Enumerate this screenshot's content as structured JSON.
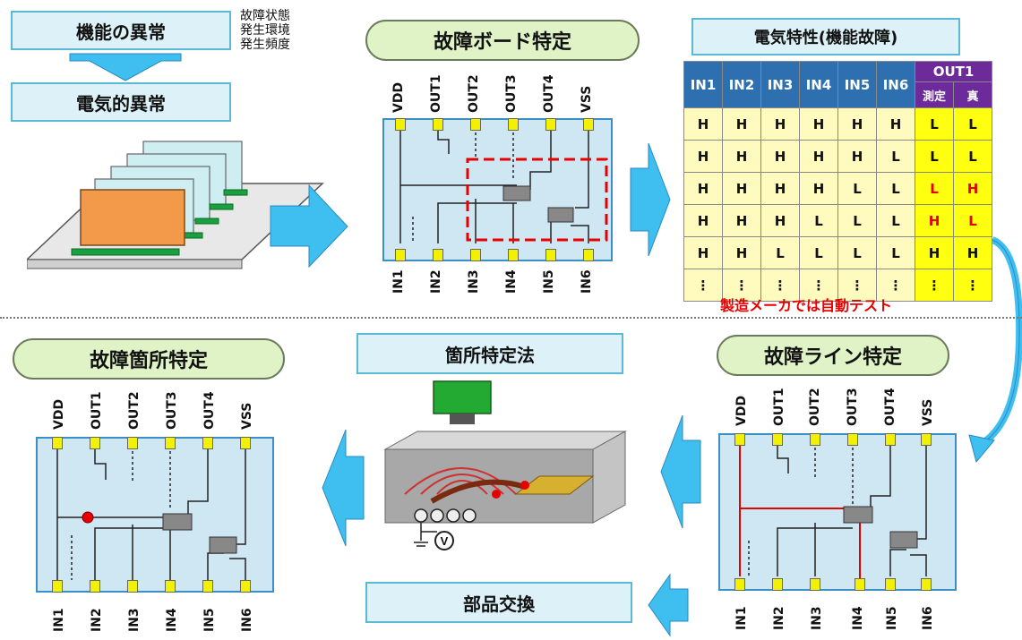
{
  "top_left": {
    "anomaly_label": "機能の異常",
    "electric_label": "電気的異常",
    "notes": [
      "故障状態",
      "発生環境",
      "発生頻度"
    ]
  },
  "board_identify": {
    "title": "故障ボード特定"
  },
  "electrical": {
    "title": "電気特性(機能故障)",
    "headers": [
      "IN1",
      "IN2",
      "IN3",
      "IN4",
      "IN5",
      "IN6"
    ],
    "out_header": "OUT1",
    "out_sub": [
      "測定",
      "真"
    ],
    "rows": [
      [
        "H",
        "H",
        "H",
        "H",
        "H",
        "H",
        "L",
        "L"
      ],
      [
        "H",
        "H",
        "H",
        "H",
        "H",
        "L",
        "L",
        "L"
      ],
      [
        "H",
        "H",
        "H",
        "H",
        "L",
        "L",
        "L",
        "H"
      ],
      [
        "H",
        "H",
        "H",
        "L",
        "L",
        "L",
        "H",
        "L"
      ],
      [
        "H",
        "H",
        "L",
        "L",
        "L",
        "L",
        "H",
        "H"
      ],
      [
        "⋮",
        "⋮",
        "⋮",
        "⋮",
        "⋮",
        "⋮",
        "⋮",
        "⋮"
      ]
    ],
    "footnote": "製造メーカでは自動テスト"
  },
  "line_identify": {
    "title": "故障ライン特定"
  },
  "location_method": {
    "title": "箇所特定法",
    "meter": "V"
  },
  "location_identify": {
    "title": "故障箇所特定"
  },
  "parts_replace": {
    "title": "部品交換"
  },
  "chip_pins": {
    "top": [
      "VDD",
      "OUT1",
      "OUT2",
      "OUT3",
      "OUT4",
      "VSS"
    ],
    "bottom": [
      "IN1",
      "IN2",
      "IN3",
      "IN4",
      "IN5",
      "IN6"
    ]
  },
  "colors": {
    "cyan_box": "#dcf2f8",
    "pill": "#dff3c6",
    "arrow": "#3fbff0",
    "fault": "#e60000",
    "table_header": "#2e6fb0",
    "out_header": "#6c2a9a"
  }
}
